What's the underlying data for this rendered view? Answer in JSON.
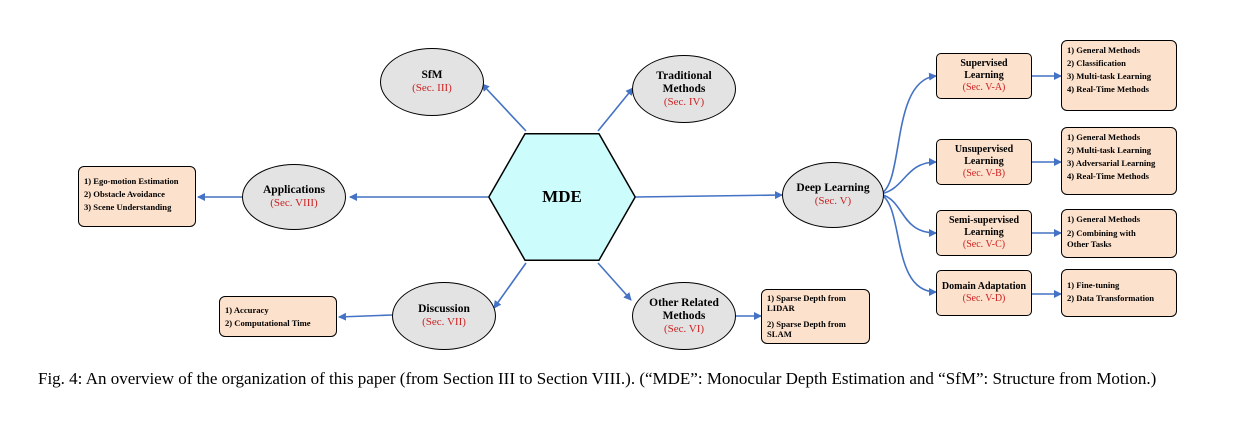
{
  "center": {
    "label": "MDE"
  },
  "nodes": {
    "sfm": {
      "title": "SfM",
      "sec": "(Sec. III)"
    },
    "traditional": {
      "title": "Traditional Methods",
      "sec": "(Sec. IV)"
    },
    "applications": {
      "title": "Applications",
      "sec": "(Sec. VIII)"
    },
    "deep_learning": {
      "title": "Deep Learning",
      "sec": "(Sec. V)"
    },
    "discussion": {
      "title": "Discussion",
      "sec": "(Sec. VII)"
    },
    "other_related": {
      "title": "Other Related Methods",
      "sec": "(Sec. VI)"
    }
  },
  "deep_learning_branches": [
    {
      "title": "Supervised Learning",
      "sec": "(Sec. V-A)",
      "items": [
        "1) General Methods",
        "2) Classification",
        "3) Multi-task Learning",
        "4) Real-Time Methods"
      ]
    },
    {
      "title": "Unsupervised Learning",
      "sec": "(Sec. V-B)",
      "items": [
        "1) General Methods",
        "2) Multi-task Learning",
        "3) Adversarial Learning",
        "4) Real-Time Methods"
      ]
    },
    {
      "title": "Semi-supervised Learning",
      "sec": "(Sec. V-C)",
      "items": [
        "1) General Methods",
        "2) Combining with\nOther Tasks"
      ]
    },
    {
      "title": "Domain Adaptation",
      "sec": "(Sec. V-D)",
      "items": [
        "1) Fine-tuning",
        "2) Data Transformation"
      ]
    }
  ],
  "lists": {
    "applications": [
      "1) Ego-motion Estimation",
      "2) Obstacle Avoidance",
      "3)  Scene Understanding"
    ],
    "discussion": [
      "1) Accuracy",
      "2) Computational Time"
    ],
    "other_related": [
      "1) Sparse Depth from\nLIDAR",
      "2) Sparse Depth from\nSLAM"
    ]
  },
  "caption": "Fig. 4: An overview of the organization of this paper (from Section III to Section VIII.). (“MDE”: Monocular Depth Estimation and “SfM”: Structure from Motion.)",
  "colors": {
    "arrow": "#4472c4",
    "hexagon": "#ccfcfc",
    "ellipse": "#e3e3e3",
    "box": "#fce1cc",
    "section_text": "#cc2222"
  }
}
